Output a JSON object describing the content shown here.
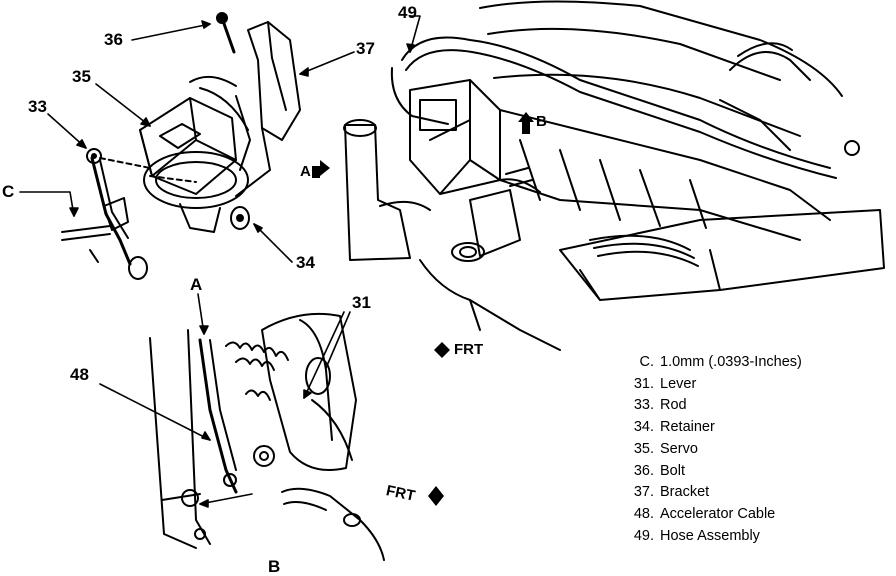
{
  "callouts": {
    "c36": "36",
    "c37": "37",
    "c35": "35",
    "c33": "33",
    "cC": "C",
    "c34": "34",
    "c49": "49",
    "cA_top": "A",
    "c31": "31",
    "c48": "48",
    "cB_bottom": "B"
  },
  "view_markers": {
    "a_arrow": "A",
    "b_arrow": "B",
    "frt_main": "FRT",
    "frt_detail": "FRT"
  },
  "legend": [
    {
      "key": "C.",
      "desc": "1.0mm (.0393-Inches)"
    },
    {
      "key": "31.",
      "desc": "Lever"
    },
    {
      "key": "33.",
      "desc": "Rod"
    },
    {
      "key": "34.",
      "desc": "Retainer"
    },
    {
      "key": "35.",
      "desc": "Servo"
    },
    {
      "key": "36.",
      "desc": "Bolt"
    },
    {
      "key": "37.",
      "desc": "Bracket"
    },
    {
      "key": "48.",
      "desc": "Accelerator Cable"
    },
    {
      "key": "49.",
      "desc": "Hose Assembly"
    }
  ]
}
